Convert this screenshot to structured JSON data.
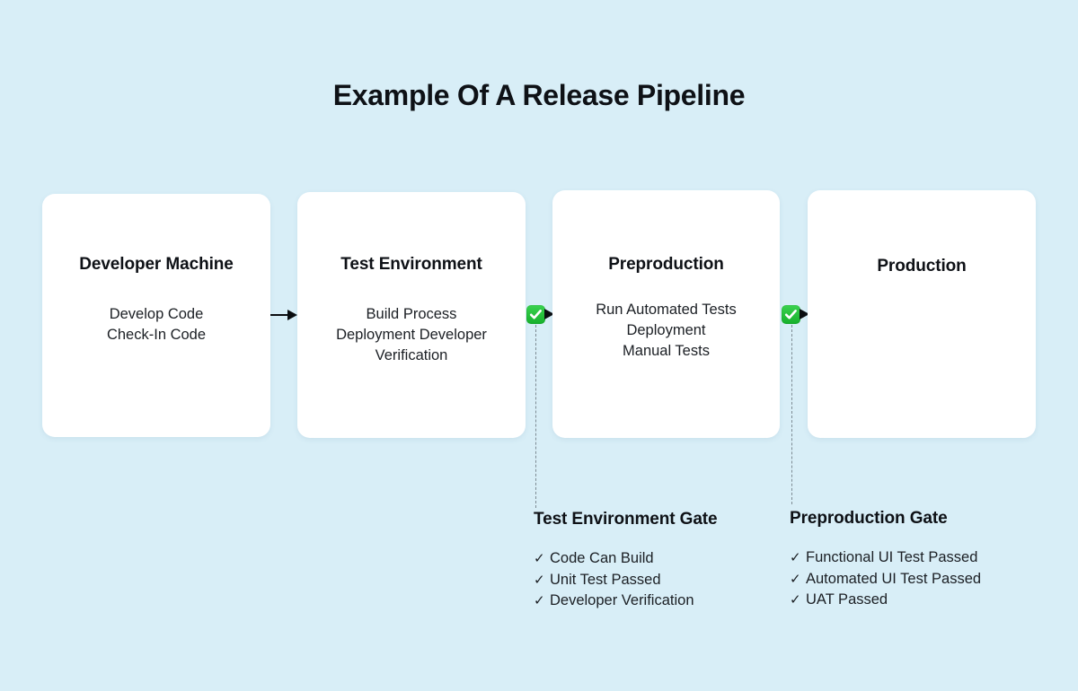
{
  "theme": {
    "background": "#d8eef7",
    "card_background": "#ffffff",
    "text_color": "#0e1116",
    "accent_green": "#16b02c",
    "connector_color": "#0b0d10",
    "dashed_line_color": "#7d8b93"
  },
  "title": "Example Of A Release Pipeline",
  "stages": [
    {
      "id": "developer-machine",
      "title": "Developer Machine",
      "items": [
        "Develop Code",
        "Check-In Code"
      ]
    },
    {
      "id": "test-environment",
      "title": "Test Environment",
      "items": [
        "Build Process",
        "Deployment Developer",
        "Verification"
      ]
    },
    {
      "id": "preproduction",
      "title": "Preproduction",
      "items": [
        "Run Automated Tests",
        "Deployment",
        "Manual Tests"
      ]
    },
    {
      "id": "production",
      "title": "Production",
      "items": []
    }
  ],
  "connectors": [
    {
      "id": "arrow-dev-to-test",
      "type": "arrow",
      "has_gate_badge": false
    },
    {
      "id": "gate-test-to-preprod",
      "type": "gate-arrow",
      "has_gate_badge": true,
      "badge_icon": "check-badge-icon"
    },
    {
      "id": "gate-preprod-to-prod",
      "type": "gate-arrow",
      "has_gate_badge": true,
      "badge_icon": "check-badge-icon"
    }
  ],
  "gates": [
    {
      "id": "test-environment-gate",
      "heading": "Test Environment Gate",
      "checks": [
        "Code Can Build",
        "Unit Test Passed",
        "Developer Verification"
      ],
      "tick": "✓"
    },
    {
      "id": "preproduction-gate",
      "heading": "Preproduction Gate",
      "checks": [
        "Functional UI Test Passed",
        "Automated UI Test Passed",
        "UAT Passed"
      ],
      "tick": "✓"
    }
  ]
}
